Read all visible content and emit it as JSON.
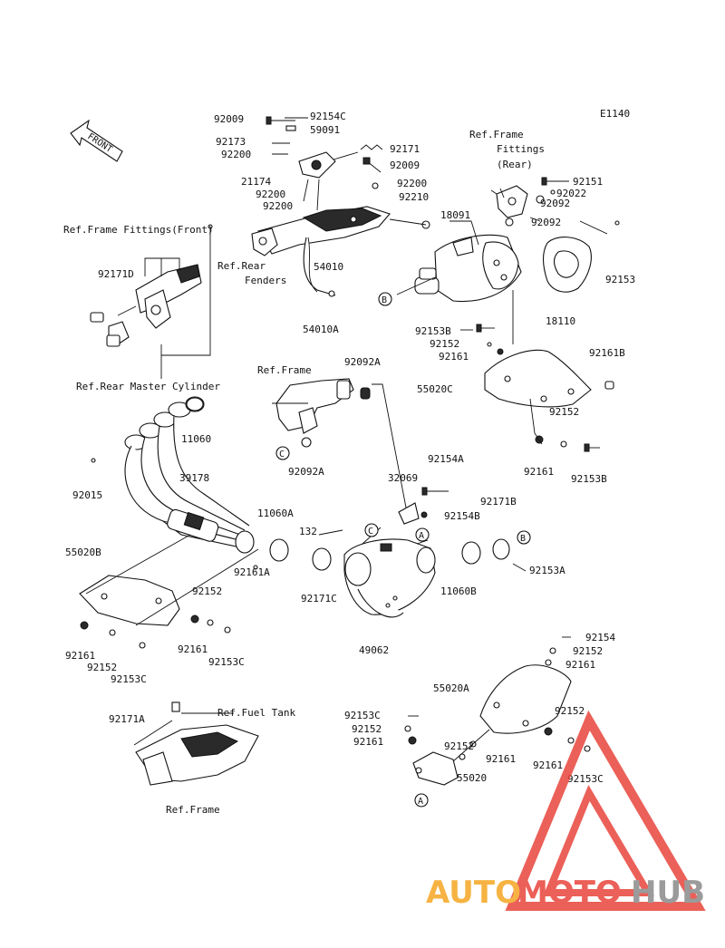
{
  "diagram_code": "E1140",
  "front_label": "FRONT",
  "callouts": [
    "A",
    "B",
    "C"
  ],
  "refs": {
    "frame_fittings_rear": [
      "Ref.Frame",
      "Fittings",
      "(Rear)"
    ],
    "frame_fittings_front": "Ref.Frame Fittings(Front)",
    "rear_fenders": [
      "Ref.Rear",
      "Fenders"
    ],
    "rear_master_cylinder": "Ref.Rear Master Cylinder",
    "frame_mid": "Ref.Frame",
    "fuel_tank": "Ref.Fuel Tank",
    "frame_bottom": "Ref.Frame"
  },
  "parts": [
    {
      "id": "p1",
      "label": "92009"
    },
    {
      "id": "p2",
      "label": "92154C"
    },
    {
      "id": "p3",
      "label": "59091"
    },
    {
      "id": "p4",
      "label": "92173"
    },
    {
      "id": "p5",
      "label": "92200"
    },
    {
      "id": "p6",
      "label": "92171"
    },
    {
      "id": "p7",
      "label": "92009"
    },
    {
      "id": "p8",
      "label": "21174"
    },
    {
      "id": "p9",
      "label": "92200"
    },
    {
      "id": "p10",
      "label": "92200"
    },
    {
      "id": "p11",
      "label": "92200"
    },
    {
      "id": "p12",
      "label": "92210"
    },
    {
      "id": "p13",
      "label": "18091"
    },
    {
      "id": "p14",
      "label": "92151"
    },
    {
      "id": "p15",
      "label": "92022"
    },
    {
      "id": "p16",
      "label": "92092"
    },
    {
      "id": "p17",
      "label": "92092"
    },
    {
      "id": "p18",
      "label": "92153"
    },
    {
      "id": "p19",
      "label": "18110"
    },
    {
      "id": "p20",
      "label": "54010"
    },
    {
      "id": "p21",
      "label": "54010A"
    },
    {
      "id": "p22",
      "label": "92171D"
    },
    {
      "id": "p23",
      "label": "92153B"
    },
    {
      "id": "p24",
      "label": "92152"
    },
    {
      "id": "p25",
      "label": "92161"
    },
    {
      "id": "p26",
      "label": "92161B"
    },
    {
      "id": "p27",
      "label": "55020C"
    },
    {
      "id": "p28",
      "label": "92092A"
    },
    {
      "id": "p29",
      "label": "11060"
    },
    {
      "id": "p30",
      "label": "92152"
    },
    {
      "id": "p31",
      "label": "92161"
    },
    {
      "id": "p32",
      "label": "92153B"
    },
    {
      "id": "p33",
      "label": "92015"
    },
    {
      "id": "p34",
      "label": "39178"
    },
    {
      "id": "p35",
      "label": "92092A"
    },
    {
      "id": "p36",
      "label": "32069"
    },
    {
      "id": "p37",
      "label": "92154A"
    },
    {
      "id": "p38",
      "label": "92171B"
    },
    {
      "id": "p39",
      "label": "11060A"
    },
    {
      "id": "p40",
      "label": "92154B"
    },
    {
      "id": "p41",
      "label": "132"
    },
    {
      "id": "p42",
      "label": "55020B"
    },
    {
      "id": "p43",
      "label": "92161A"
    },
    {
      "id": "p44",
      "label": "92153A"
    },
    {
      "id": "p45",
      "label": "92171C"
    },
    {
      "id": "p46",
      "label": "11060B"
    },
    {
      "id": "p47",
      "label": "92152"
    },
    {
      "id": "p48",
      "label": "92161"
    },
    {
      "id": "p49",
      "label": "92152"
    },
    {
      "id": "p50",
      "label": "92153C"
    },
    {
      "id": "p51",
      "label": "92161"
    },
    {
      "id": "p52",
      "label": "49062"
    },
    {
      "id": "p53",
      "label": "92153C"
    },
    {
      "id": "p54",
      "label": "92154"
    },
    {
      "id": "p55",
      "label": "92152"
    },
    {
      "id": "p56",
      "label": "92161"
    },
    {
      "id": "p57",
      "label": "55020A"
    },
    {
      "id": "p58",
      "label": "92171A"
    },
    {
      "id": "p59",
      "label": "92152"
    },
    {
      "id": "p60",
      "label": "92153C"
    },
    {
      "id": "p61",
      "label": "92152"
    },
    {
      "id": "p62",
      "label": "92161"
    },
    {
      "id": "p63",
      "label": "92152"
    },
    {
      "id": "p64",
      "label": "92161"
    },
    {
      "id": "p65",
      "label": "92161"
    },
    {
      "id": "p66",
      "label": "55020"
    },
    {
      "id": "p67",
      "label": "92153C"
    }
  ],
  "watermark": {
    "part1": "AUTO",
    "part2": "MOTO",
    "part3": "HUB",
    "colors": {
      "part1": "#f5a623",
      "part2": "#e8453c",
      "part3": "#8a8a8a",
      "triangle": "#e8453c"
    }
  }
}
